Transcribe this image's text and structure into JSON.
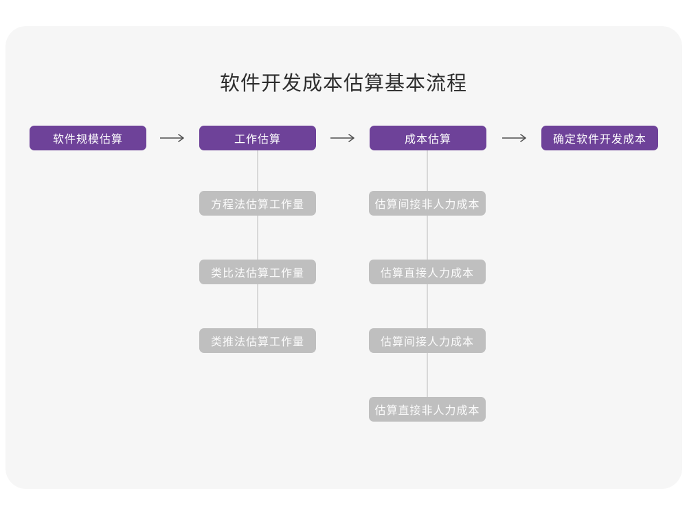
{
  "page": {
    "title": "软件开发成本估算基本流程"
  },
  "colors": {
    "page_bg": "#ffffff",
    "card_bg": "#f6f6f6",
    "primary_purple": "#6e4299",
    "gray_node": "#bfbfbf",
    "node_text": "#ffffff",
    "title_text": "#2e2e2e",
    "arrow": "#4d4d4d",
    "connector_line": "#d8d8d8"
  },
  "flow": {
    "main_steps": [
      {
        "label": "软件规模估算"
      },
      {
        "label": "工作估算"
      },
      {
        "label": "成本估算"
      },
      {
        "label": "确定软件开发成本"
      }
    ],
    "work_estimation_methods": [
      {
        "label": "方程法估算工作量"
      },
      {
        "label": "类比法估算工作量"
      },
      {
        "label": "类推法估算工作量"
      }
    ],
    "cost_estimation_items": [
      {
        "label": "估算间接非人力成本"
      },
      {
        "label": "估算直接人力成本"
      },
      {
        "label": "估算间接人力成本"
      },
      {
        "label": "估算直接非人力成本"
      }
    ]
  }
}
